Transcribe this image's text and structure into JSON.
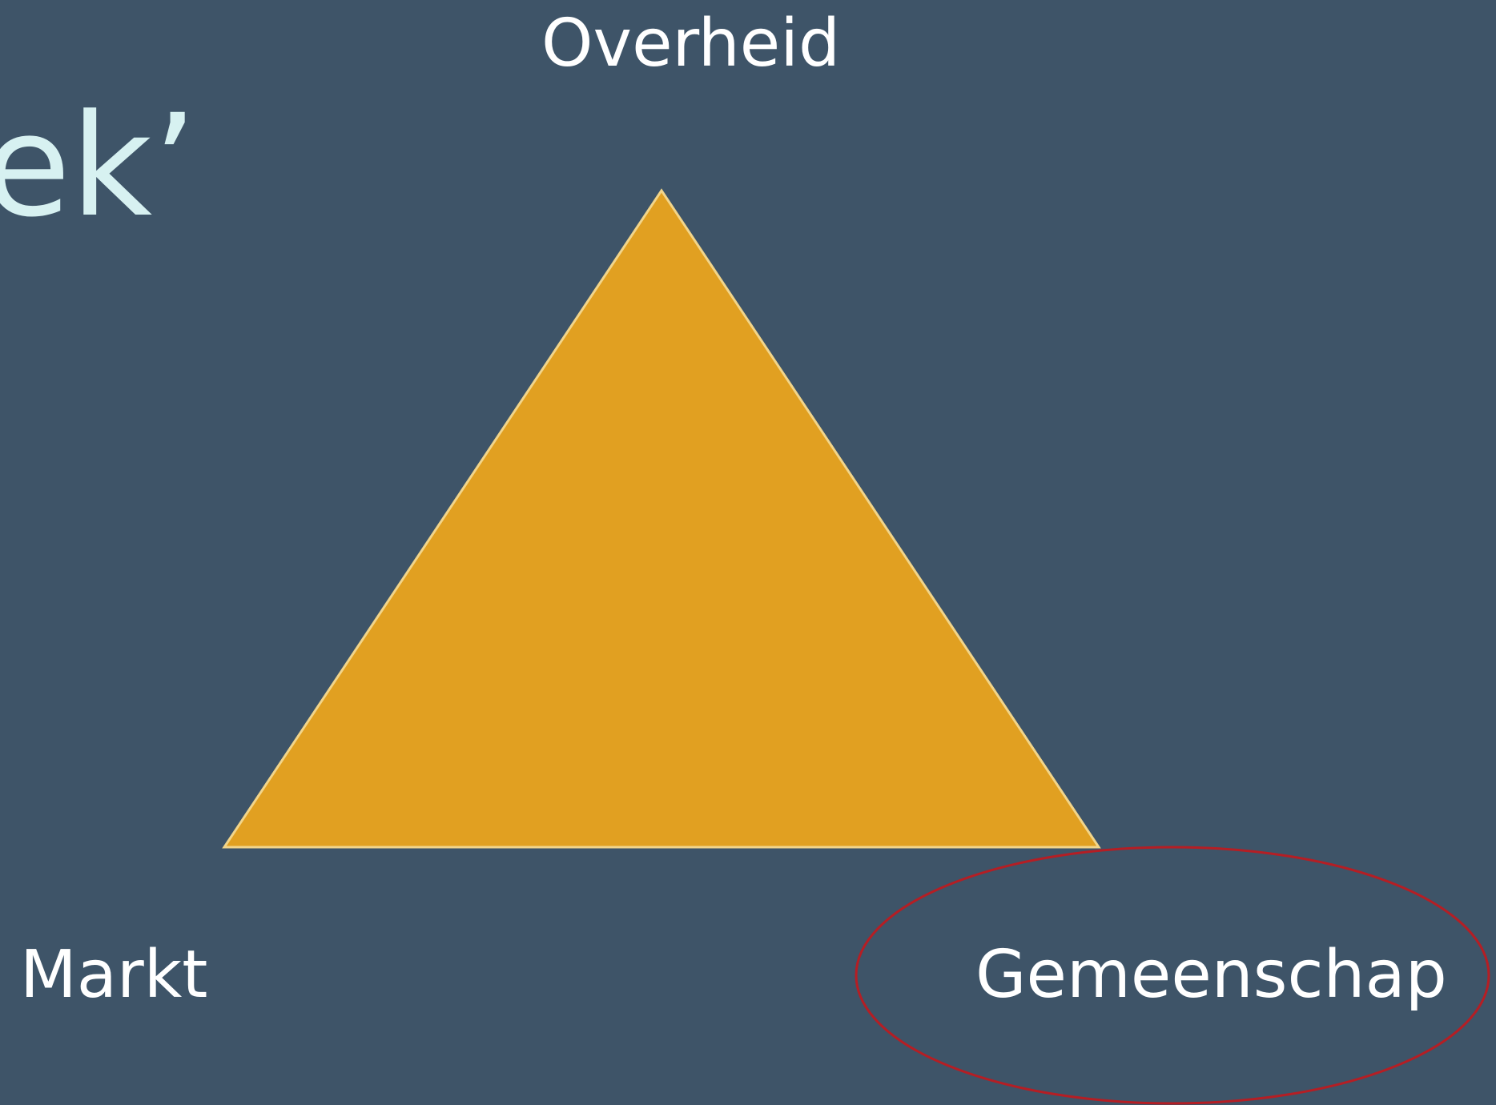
{
  "slide": {
    "title_fragment": "ek’",
    "corners": {
      "top": "Overheid",
      "bottom_left": "Markt",
      "bottom_right": "Gemeenschap"
    },
    "colors": {
      "background": "#3e5468",
      "triangle_fill": "#e1a021",
      "triangle_edge": "#f2d58a",
      "highlight_ellipse": "#b51e24",
      "label_text": "#ffffff",
      "title_text": "#d7f1f1"
    },
    "highlighted_corner": "bottom_right"
  }
}
